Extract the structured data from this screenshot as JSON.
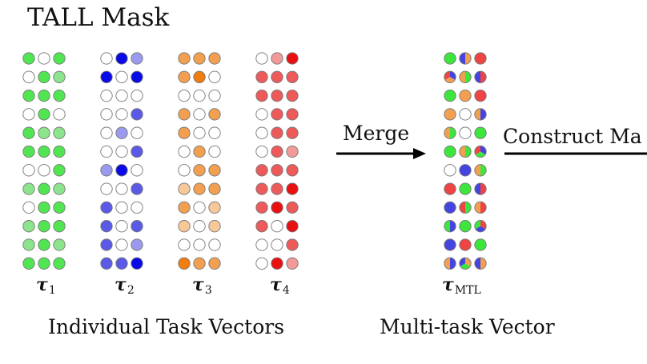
{
  "title": "TALL Mask",
  "captions": {
    "individual": "Individual Task Vectors",
    "multitask": "Multi-task Vector"
  },
  "arrows": {
    "merge_label": "Merge",
    "construct_label": "Construct Ma"
  },
  "task_vectors": [
    {
      "symbol": "τ",
      "subscript": "1",
      "palette": {
        "d": "#1fe81f",
        "m": "#52e552",
        "l": "#8ce58c",
        "w": "#ffffff"
      },
      "rows": [
        "mwm",
        "wml",
        "mmm",
        "wmw",
        "mll",
        "mmm",
        "wwm",
        "lml",
        "wmm",
        "lmm",
        "lml",
        "mmm"
      ]
    },
    {
      "symbol": "τ",
      "subscript": "2",
      "palette": {
        "d": "#0a0ae6",
        "m": "#5a5ae6",
        "l": "#9a9aee",
        "w": "#ffffff"
      },
      "rows": [
        "wdl",
        "dwd",
        "www",
        "wwm",
        "wlw",
        "wwm",
        "ldw",
        "wwm",
        "mww",
        "mwm",
        "mwl",
        "mmd"
      ]
    },
    {
      "symbol": "τ",
      "subscript": "3",
      "palette": {
        "d": "#f07d10",
        "m": "#f2a050",
        "l": "#f7c898",
        "w": "#ffffff"
      },
      "rows": [
        "mmm",
        "mdw",
        "www",
        "mwm",
        "mww",
        "wmw",
        "wmm",
        "lmm",
        "mwl",
        "lwl",
        "www",
        "dmm"
      ]
    },
    {
      "symbol": "τ",
      "subscript": "4",
      "palette": {
        "d": "#e81010",
        "m": "#ee5a5a",
        "l": "#f29a9a",
        "w": "#ffffff"
      },
      "rows": [
        "wld",
        "mmm",
        "mmm",
        "wmm",
        "wmm",
        "wml",
        "mmm",
        "mmd",
        "mdm",
        "mwd",
        "wwm",
        "wdl"
      ]
    }
  ],
  "multitask_vector": {
    "symbol": "τ",
    "subscript": "MTL",
    "colors": {
      "g": "#3de63d",
      "b": "#4444e0",
      "o": "#f2a050",
      "r": "#ee4444",
      "w": "#ffffff"
    },
    "rows": [
      [
        "g",
        "ob",
        "r"
      ],
      [
        "bor",
        "go",
        "rb"
      ],
      [
        "g",
        "o",
        "r"
      ],
      [
        "o",
        "w",
        "bo"
      ],
      [
        "go",
        "w",
        "g"
      ],
      [
        "g",
        "go",
        "bgr"
      ],
      [
        "w",
        "b",
        "go"
      ],
      [
        "r",
        "g",
        "rb"
      ],
      [
        "b",
        "gr",
        "ro"
      ],
      [
        "bg",
        "g",
        "rbg"
      ],
      [
        "b",
        "r",
        "g"
      ],
      [
        "bo",
        "ogb",
        "ob"
      ]
    ]
  }
}
